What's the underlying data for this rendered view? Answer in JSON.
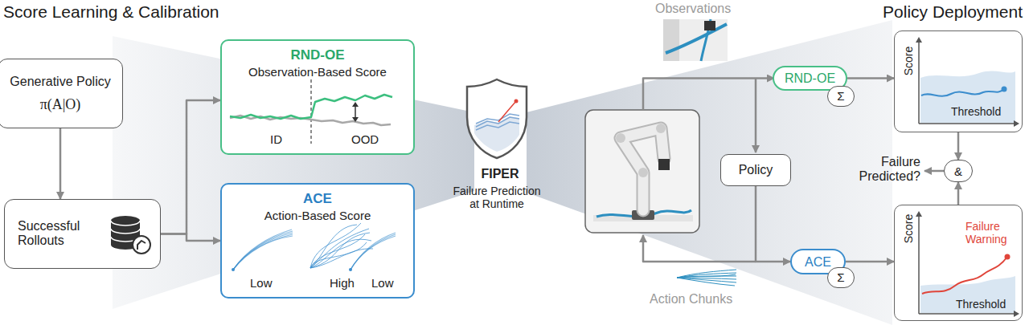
{
  "diagram": {
    "nodes": [
      {
        "text": [
          "Generative Policy",
          "π(A|O)"
        ]
      },
      {
        "text": [
          "Successful Rollouts"
        ]
      },
      {
        "text": [
          "RND-OE",
          "Observation-Based Score"
        ]
      },
      {
        "text": [
          "ACE",
          "Action-Based Score"
        ]
      },
      {
        "text": [
          "FIPER",
          "Failure Prediction at Runtime"
        ]
      },
      {
        "text": [
          "RND-OE"
        ]
      },
      {
        "text": [
          "Σ"
        ]
      },
      {
        "text": [
          "Score",
          "Threshold"
        ]
      },
      {
        "text": [
          "Policy"
        ]
      },
      {
        "text": [
          "&"
        ]
      },
      {
        "text": [
          "ACE"
        ]
      },
      {
        "text": [
          "Σ"
        ]
      },
      {
        "text": [
          "Score",
          "Failure Warning",
          "Threshold"
        ]
      }
    ],
    "edges": [
      {
        "from": 0,
        "to": 1,
        "arrow": "to"
      },
      {
        "from": 1,
        "to": 2,
        "arrow": "to"
      },
      {
        "from": 1,
        "to": 3,
        "arrow": "to"
      },
      {
        "from": 5,
        "to": 7,
        "arrow": "to"
      },
      {
        "from": 7,
        "to": 9,
        "arrow": "to"
      },
      {
        "from": 8,
        "to": 10,
        "arrow": "to"
      },
      {
        "from": 10,
        "to": 12,
        "arrow": "to"
      },
      {
        "from": 12,
        "to": 9,
        "arrow": "to"
      }
    ],
    "labels": [
      "Score Learning & Calibration",
      "Policy Deployment",
      "ID",
      "OOD",
      "Low",
      "High",
      "Low",
      "Observations",
      "Failure Predicted?",
      "Action Chunks"
    ]
  }
}
